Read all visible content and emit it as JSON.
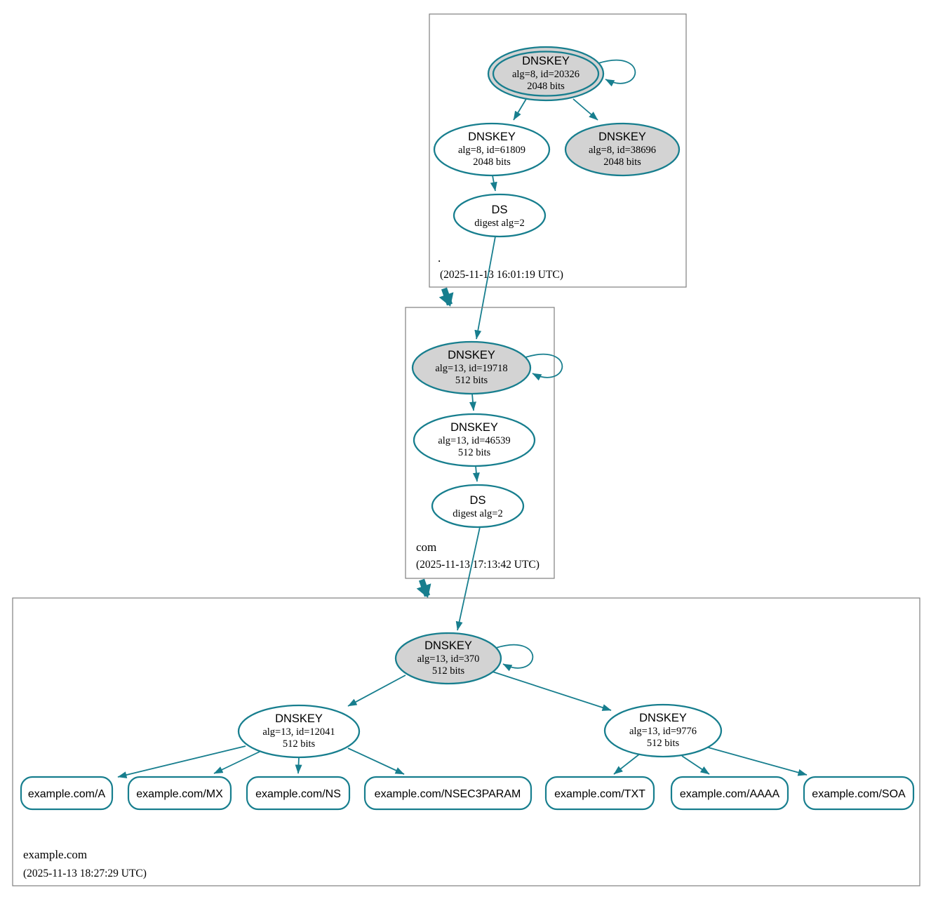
{
  "colors": {
    "teal": "#177e8e",
    "node_fill_gray": "#d3d3d3",
    "node_fill_white": "#ffffff",
    "box_border": "#7f7f7f"
  },
  "zones": {
    "root": {
      "label": ".",
      "timestamp": "(2025-11-13 16:01:19 UTC)",
      "ksk": {
        "title": "DNSKEY",
        "detail": "alg=8, id=20326",
        "bits": "2048 bits"
      },
      "zsk": {
        "title": "DNSKEY",
        "detail": "alg=8, id=61809",
        "bits": "2048 bits"
      },
      "ksk2": {
        "title": "DNSKEY",
        "detail": "alg=8, id=38696",
        "bits": "2048 bits"
      },
      "ds": {
        "title": "DS",
        "detail": "digest alg=2"
      }
    },
    "com": {
      "label": "com",
      "timestamp": "(2025-11-13 17:13:42 UTC)",
      "ksk": {
        "title": "DNSKEY",
        "detail": "alg=13, id=19718",
        "bits": "512 bits"
      },
      "zsk": {
        "title": "DNSKEY",
        "detail": "alg=13, id=46539",
        "bits": "512 bits"
      },
      "ds": {
        "title": "DS",
        "detail": "digest alg=2"
      }
    },
    "example": {
      "label": "example.com",
      "timestamp": "(2025-11-13 18:27:29 UTC)",
      "ksk": {
        "title": "DNSKEY",
        "detail": "alg=13, id=370",
        "bits": "512 bits"
      },
      "zsk1": {
        "title": "DNSKEY",
        "detail": "alg=13, id=12041",
        "bits": "512 bits"
      },
      "zsk2": {
        "title": "DNSKEY",
        "detail": "alg=13, id=9776",
        "bits": "512 bits"
      },
      "rrsets": [
        "example.com/A",
        "example.com/MX",
        "example.com/NS",
        "example.com/NSEC3PARAM",
        "example.com/TXT",
        "example.com/AAAA",
        "example.com/SOA"
      ]
    }
  }
}
